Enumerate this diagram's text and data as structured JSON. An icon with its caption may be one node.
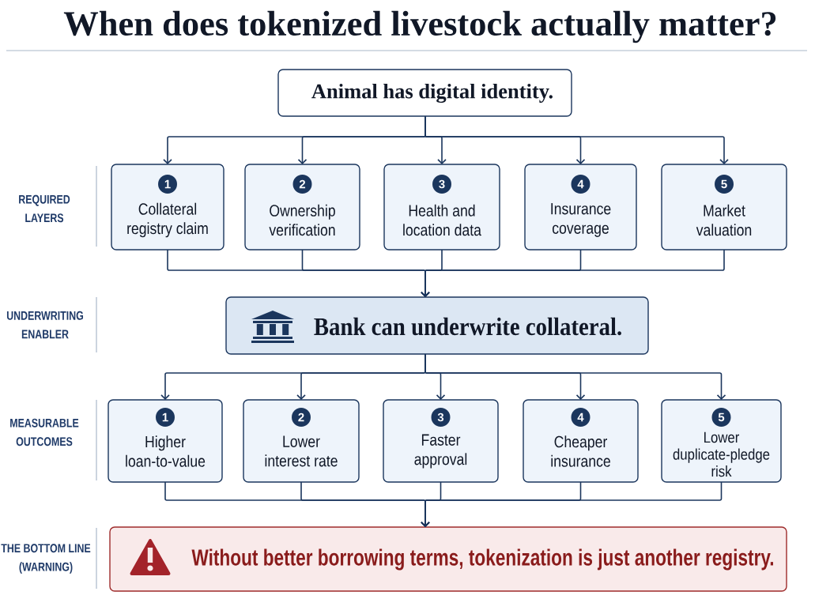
{
  "diagram": {
    "title": "When does tokenized livestock actually matter?",
    "nodes": [
      {
        "text": [
          "Animal has digital identity."
        ]
      },
      {
        "text": [
          "1",
          "Collateral registry claim"
        ]
      },
      {
        "text": [
          "2",
          "Ownership verification"
        ]
      },
      {
        "text": [
          "3",
          "Health and location data"
        ]
      },
      {
        "text": [
          "4",
          "Insurance coverage"
        ]
      },
      {
        "text": [
          "5",
          "Market valuation"
        ]
      },
      {
        "text": [
          "Bank can underwrite collateral."
        ]
      },
      {
        "text": [
          "1",
          "Higher loan-to-value"
        ]
      },
      {
        "text": [
          "2",
          "Lower interest rate"
        ]
      },
      {
        "text": [
          "3",
          "Faster approval"
        ]
      },
      {
        "text": [
          "4",
          "Cheaper insurance"
        ]
      },
      {
        "text": [
          "5",
          "Lower duplicate-pledge risk"
        ]
      },
      {
        "text": [
          "Without better borrowing terms, tokenization is just another registry."
        ]
      }
    ],
    "edges": [
      {
        "from": 0,
        "to": 1,
        "arrow": "to"
      },
      {
        "from": 0,
        "to": 2,
        "arrow": "to"
      },
      {
        "from": 0,
        "to": 3,
        "arrow": "to"
      },
      {
        "from": 0,
        "to": 4,
        "arrow": "to"
      },
      {
        "from": 0,
        "to": 5,
        "arrow": "to"
      },
      {
        "from": 1,
        "to": 6,
        "arrow": "to"
      },
      {
        "from": 2,
        "to": 6,
        "arrow": "to"
      },
      {
        "from": 3,
        "to": 6,
        "arrow": "to"
      },
      {
        "from": 4,
        "to": 6,
        "arrow": "to"
      },
      {
        "from": 5,
        "to": 6,
        "arrow": "to"
      },
      {
        "from": 6,
        "to": 7,
        "arrow": "to"
      },
      {
        "from": 6,
        "to": 8,
        "arrow": "to"
      },
      {
        "from": 6,
        "to": 9,
        "arrow": "to"
      },
      {
        "from": 6,
        "to": 10,
        "arrow": "to"
      },
      {
        "from": 6,
        "to": 11,
        "arrow": "to"
      },
      {
        "from": 7,
        "to": 12,
        "arrow": "to"
      },
      {
        "from": 8,
        "to": 12,
        "arrow": "to"
      },
      {
        "from": 9,
        "to": 12,
        "arrow": "to"
      },
      {
        "from": 10,
        "to": 12,
        "arrow": "to"
      },
      {
        "from": 11,
        "to": 12,
        "arrow": "to"
      }
    ],
    "labels": [
      "REQUIRED LAYERS",
      "UNDERWRITING ENABLER",
      "MEASURABLE OUTCOMES",
      "THE BOTTOM LINE (WARNING)"
    ]
  }
}
